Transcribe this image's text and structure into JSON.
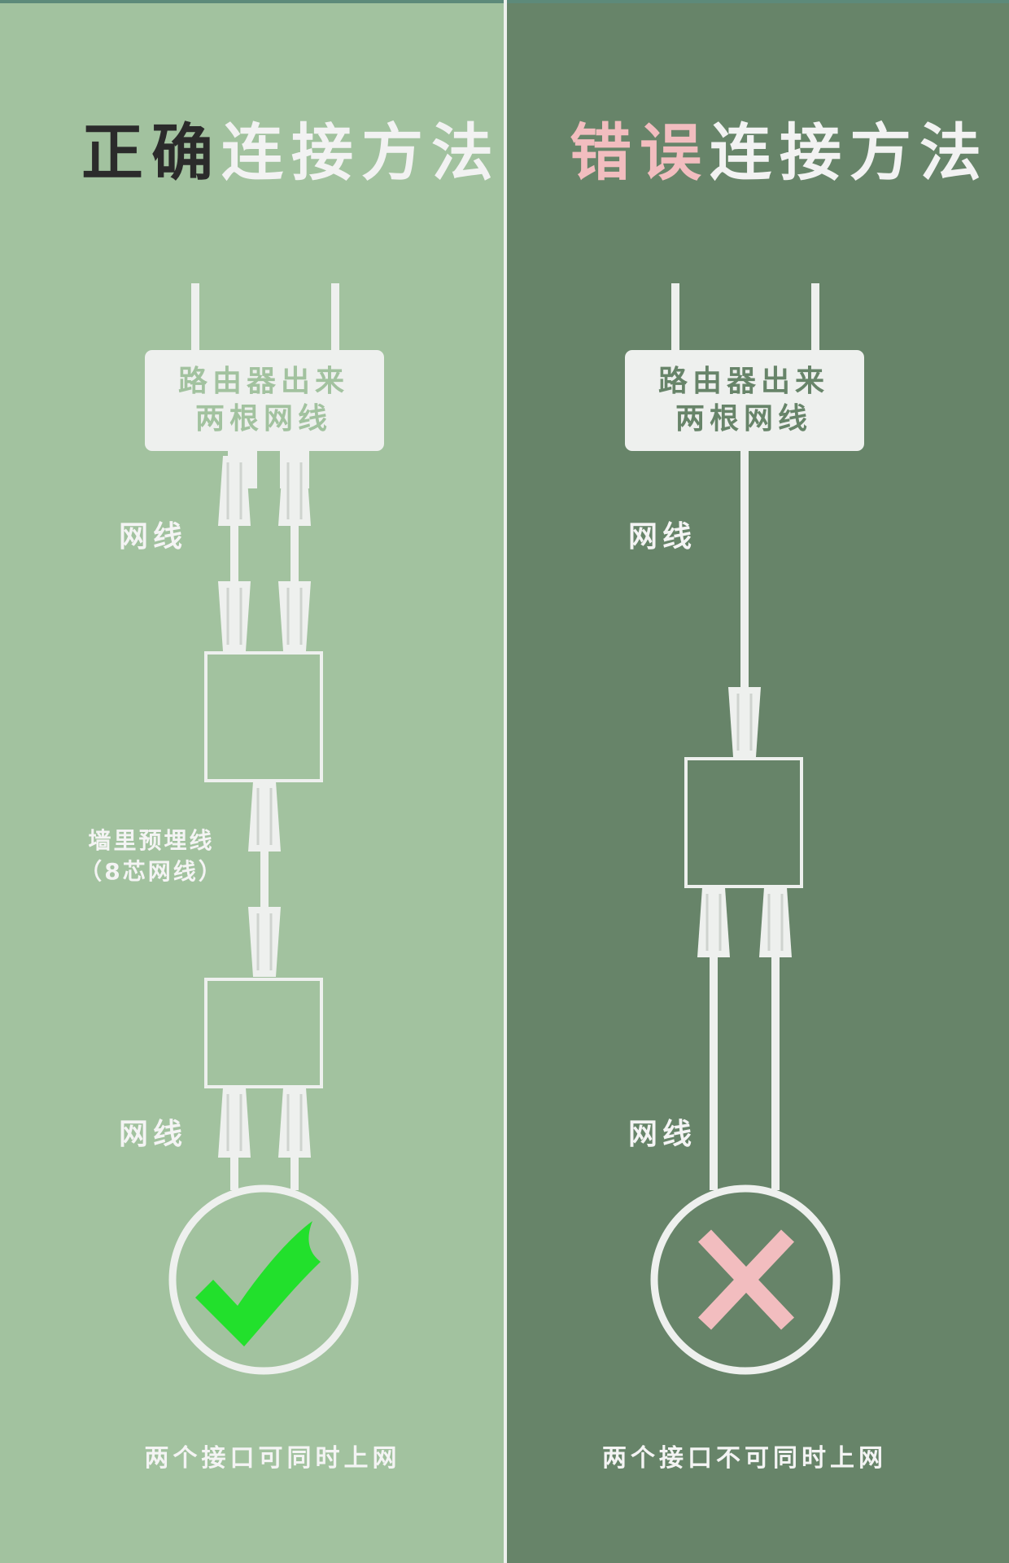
{
  "colors": {
    "left_panel": "#a2c29f",
    "right_panel": "#678469",
    "device_white": "#eef0ee",
    "correct_mark": "#22e02c",
    "wrong_mark": "#f2bdbf"
  },
  "left": {
    "title_highlight": "正确",
    "title_rest": "连接方法",
    "router_line1": "路由器出来",
    "router_line2": "两根网线",
    "label_cable_top": "网线",
    "label_wall_line1": "墙里预埋线",
    "label_wall_line2": "（8芯网线）",
    "label_cable_bottom": "网线",
    "result_icon": "checkmark-icon",
    "caption": "两个接口可同时上网"
  },
  "right": {
    "title_highlight": "错误",
    "title_rest": "连接方法",
    "router_line1": "路由器出来",
    "router_line2": "两根网线",
    "label_cable_top": "网线",
    "label_cable_bottom": "网线",
    "result_icon": "cross-icon",
    "caption": "两个接口不可同时上网"
  }
}
